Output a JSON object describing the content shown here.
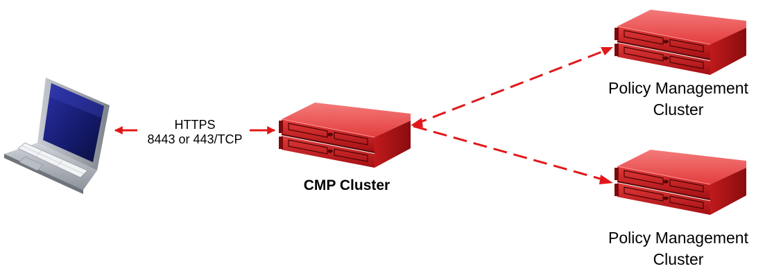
{
  "diagram": {
    "laptop": {
      "icon": "laptop-icon"
    },
    "connection": {
      "protocol": "HTTPS",
      "ports": "8443 or 443/TCP"
    },
    "cmp_cluster": {
      "label": "CMP Cluster",
      "icon": "server-stack-icon"
    },
    "policy_clusters": [
      {
        "label_line1": "Policy Management",
        "label_line2": "Cluster",
        "icon": "server-stack-icon"
      },
      {
        "label_line1": "Policy Management",
        "label_line2": "Cluster",
        "icon": "server-stack-icon"
      }
    ],
    "colors": {
      "accent": "#e0181b",
      "server_body": "#dd2a2a",
      "server_top": "#f06464",
      "laptop_screen": "#1a1f7a",
      "laptop_body": "#9da0a6"
    }
  }
}
